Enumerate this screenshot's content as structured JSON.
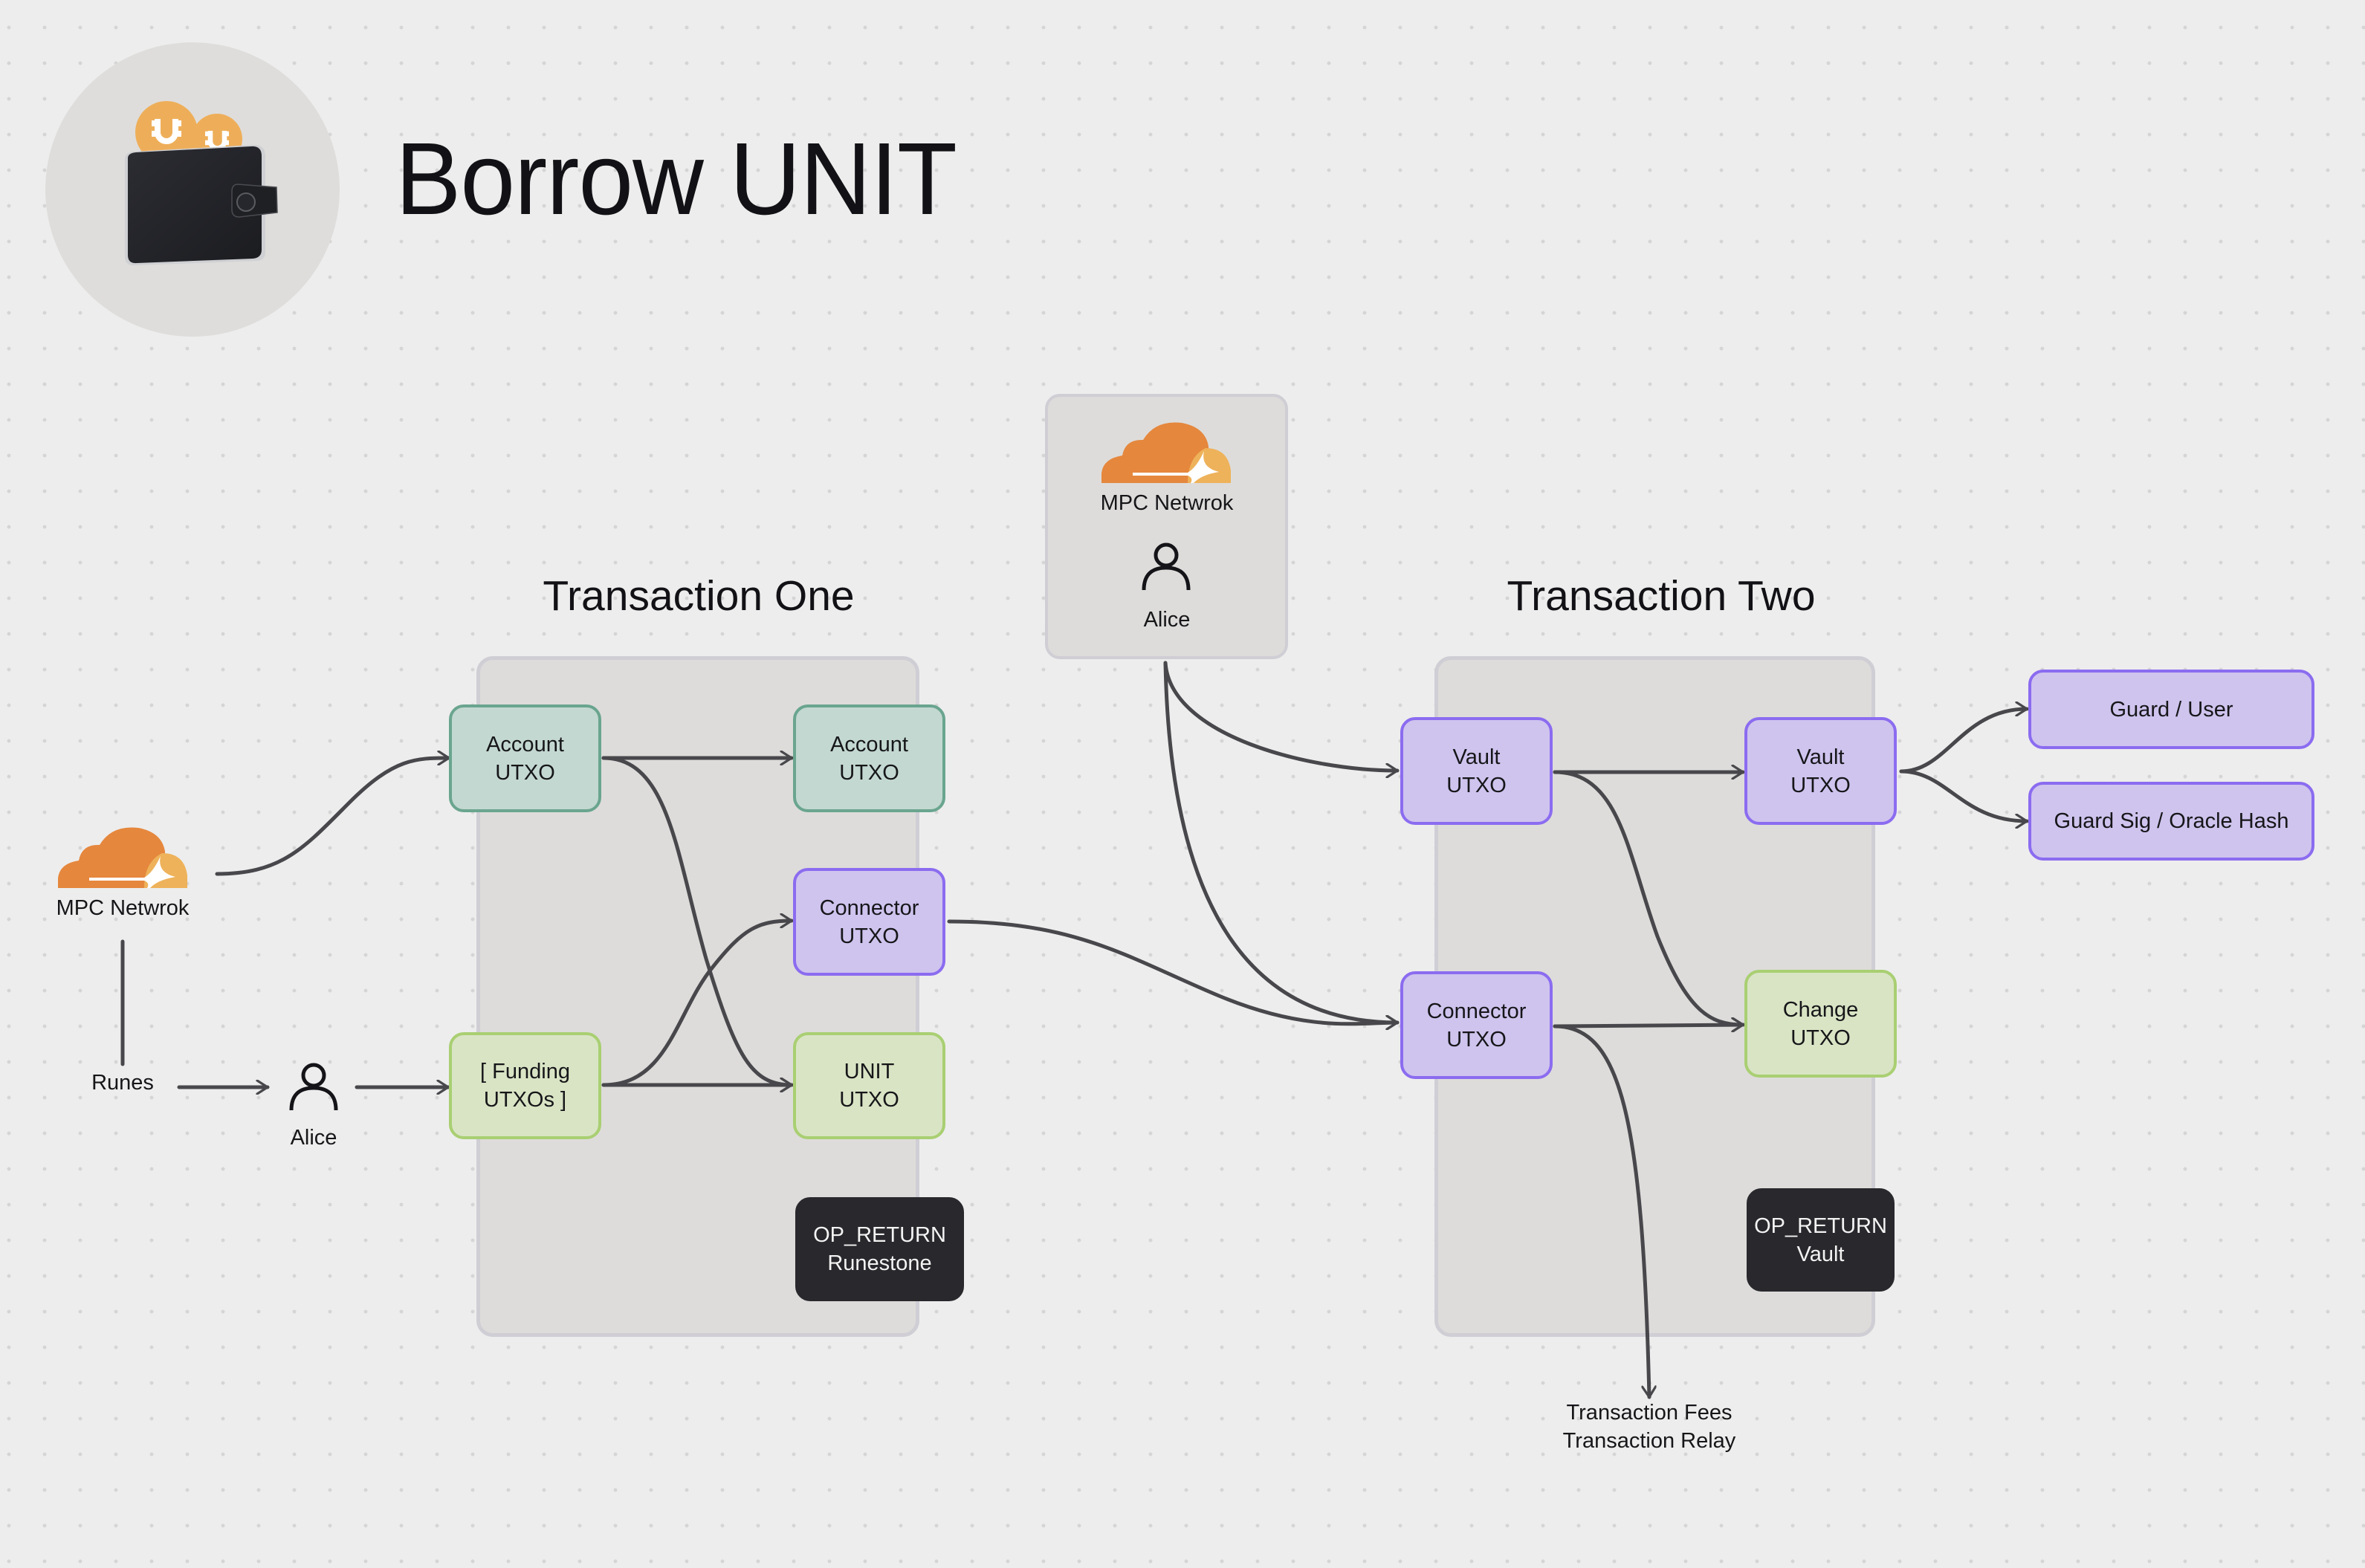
{
  "header": {
    "title": "Borrow UNIT",
    "logo_icon": "wallet-with-coins-icon"
  },
  "colors": {
    "background": "#ededed",
    "account_utxo": "#c3d8d1",
    "account_border": "#6aa58f",
    "vault_connector": "#cfc4ee",
    "vault_border": "#8b6cf0",
    "funding_unit_change": "#d9e4c5",
    "funding_border": "#a9cf72",
    "op_return": "#28282d",
    "cloud_primary": "#e5873d",
    "cloud_secondary": "#eeb25a",
    "wire": "#48474b"
  },
  "left_actors": {
    "mpc": {
      "icon": "cloud-icon",
      "label": "MPC Netwrok"
    },
    "runes": {
      "label": "Runes"
    },
    "alice": {
      "icon": "person-icon",
      "label": "Alice"
    }
  },
  "top_actors": {
    "mpc": {
      "icon": "cloud-icon",
      "label": "MPC Netwrok"
    },
    "alice": {
      "icon": "person-icon",
      "label": "Alice"
    }
  },
  "transaction_one": {
    "title": "Transaction One",
    "inputs": [
      {
        "id": "t1_in_account",
        "line1": "Account",
        "line2": "UTXO",
        "kind": "account"
      },
      {
        "id": "t1_in_funding",
        "line1": "[ Funding",
        "line2": "UTXOs ]",
        "kind": "funding"
      }
    ],
    "outputs": [
      {
        "id": "t1_out_account",
        "line1": "Account",
        "line2": "UTXO",
        "kind": "account"
      },
      {
        "id": "t1_out_connector",
        "line1": "Connector",
        "line2": "UTXO",
        "kind": "connector"
      },
      {
        "id": "t1_out_unit",
        "line1": "UNIT",
        "line2": "UTXO",
        "kind": "unit"
      }
    ],
    "op_return": {
      "line1": "OP_RETURN",
      "line2": "Runestone"
    }
  },
  "transaction_two": {
    "title": "Transaction Two",
    "inputs": [
      {
        "id": "t2_in_vault",
        "line1": "Vault",
        "line2": "UTXO",
        "kind": "vault"
      },
      {
        "id": "t2_in_connector",
        "line1": "Connector",
        "line2": "UTXO",
        "kind": "connector"
      }
    ],
    "outputs": [
      {
        "id": "t2_out_vault",
        "line1": "Vault",
        "line2": "UTXO",
        "kind": "vault"
      },
      {
        "id": "t2_out_change",
        "line1": "Change",
        "line2": "UTXO",
        "kind": "change"
      }
    ],
    "op_return": {
      "line1": "OP_RETURN",
      "line2": "Vault"
    }
  },
  "vault_spend_paths": [
    {
      "label": "Guard / User"
    },
    {
      "label": "Guard Sig / Oracle Hash"
    }
  ],
  "fees": {
    "line1": "Transaction Fees",
    "line2": "Transaction Relay"
  },
  "edges": [
    {
      "from": "MPC Netwrok (left)",
      "to": "Account UTXO (TX1 input)"
    },
    {
      "from": "MPC Netwrok (left)",
      "to": "Runes",
      "arrow": false
    },
    {
      "from": "Runes",
      "to": "Alice (left)"
    },
    {
      "from": "Alice (left)",
      "to": "[ Funding UTXOs ]"
    },
    {
      "from": "Account UTXO (TX1 input)",
      "to": "Account UTXO (TX1 output)"
    },
    {
      "from": "Account UTXO (TX1 input)",
      "to": "UNIT UTXO"
    },
    {
      "from": "[ Funding UTXOs ]",
      "to": "Connector UTXO (TX1 output)"
    },
    {
      "from": "[ Funding UTXOs ]",
      "to": "UNIT UTXO"
    },
    {
      "from": "Connector UTXO (TX1 output)",
      "to": "Connector UTXO (TX2 input)"
    },
    {
      "from": "MPC Netwrok / Alice (top)",
      "to": "Vault UTXO (TX2 input)"
    },
    {
      "from": "MPC Netwrok / Alice (top)",
      "to": "Connector UTXO (TX2 input)"
    },
    {
      "from": "Vault UTXO (TX2 input)",
      "to": "Vault UTXO (TX2 output)"
    },
    {
      "from": "Vault UTXO (TX2 input)",
      "to": "Change UTXO"
    },
    {
      "from": "Connector UTXO (TX2 input)",
      "to": "Change UTXO"
    },
    {
      "from": "Connector UTXO (TX2 input)",
      "to": "Transaction Fees / Transaction Relay"
    },
    {
      "from": "Vault UTXO (TX2 output)",
      "to": "Guard / User"
    },
    {
      "from": "Vault UTXO (TX2 output)",
      "to": "Guard Sig / Oracle Hash"
    }
  ]
}
